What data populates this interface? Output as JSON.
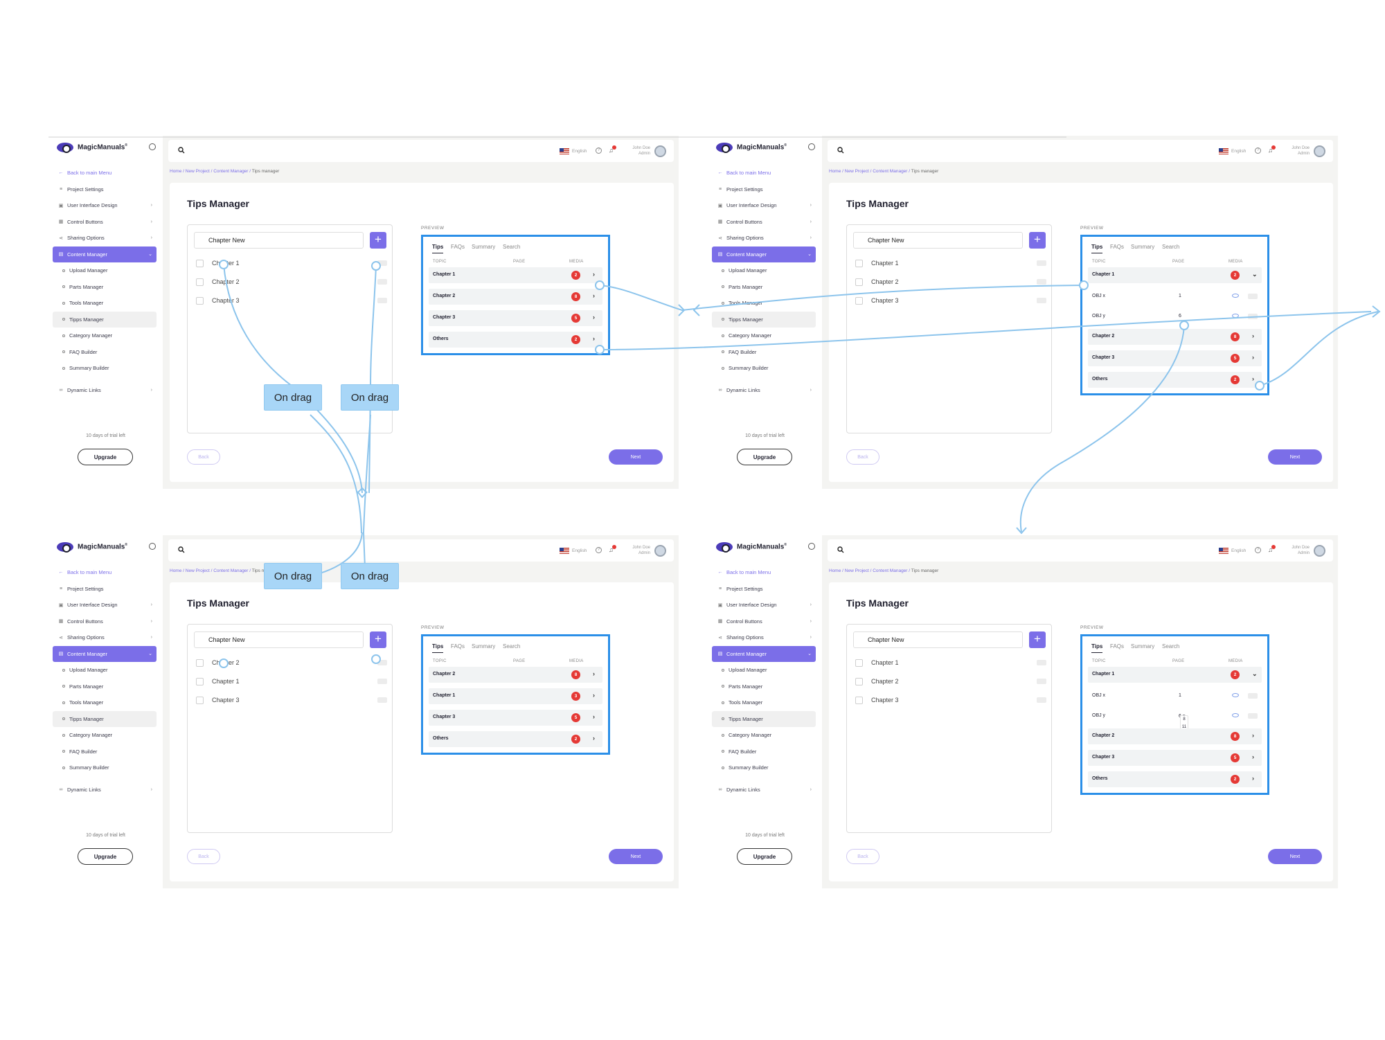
{
  "app": {
    "brand": "MagicManuals",
    "brand_mark": "®",
    "search_placeholder": "",
    "language": "English",
    "user_name": "John Doe",
    "user_role": "Admin"
  },
  "menu": {
    "back": "Back to main Menu",
    "items": [
      {
        "label": "Project Settings",
        "icon": "sliders-icon",
        "chev": ""
      },
      {
        "label": "User Interface Design",
        "icon": "layout-icon",
        "chev": "›"
      },
      {
        "label": "Control Buttons",
        "icon": "grid-icon",
        "chev": "›"
      },
      {
        "label": "Sharing Options",
        "icon": "share-icon",
        "chev": "›"
      }
    ],
    "content_manager": "Content Manager",
    "sub_items": [
      "Upload Manager",
      "Parts Manager",
      "Tools Manager",
      "Tipps Manager",
      "Category Manager",
      "FAQ Builder",
      "Summary Builder"
    ],
    "dynamic_links": "Dynamic Links",
    "trial": "10 days of trial left",
    "upgrade": "Upgrade"
  },
  "breadcrumb": {
    "parts": [
      "Home",
      "New Project",
      "Content Manager"
    ],
    "current": "Tips manager",
    "separator": " / "
  },
  "page": {
    "title": "Tips Manager",
    "input_value": "Chapter New",
    "add": "+",
    "back": "Back",
    "next": "Next",
    "preview_label": "PREVIEW",
    "tabs": [
      "Tips",
      "FAQs",
      "Summary",
      "Search"
    ],
    "cols": [
      "TOPIC",
      "PAGE",
      "MEDIA"
    ]
  },
  "screens": [
    {
      "chapters": [
        "Chapter 1",
        "Chapter 2",
        "Chapter 3"
      ],
      "rows": [
        {
          "label": "Chapter 1",
          "badge": "2",
          "arrow": "›"
        },
        {
          "label": "Chapter 2",
          "badge": "8",
          "arrow": "›"
        },
        {
          "label": "Chapter 3",
          "badge": "5",
          "arrow": "›"
        },
        {
          "label": "Others",
          "badge": "2",
          "arrow": "›"
        }
      ]
    },
    {
      "chapters": [
        "Chapter 1",
        "Chapter 2",
        "Chapter 3"
      ],
      "rows": [
        {
          "label": "Chapter 1",
          "badge": "2",
          "arrow": "⌄"
        },
        {
          "label": "OBJ x",
          "page": "1",
          "obj": true
        },
        {
          "label": "OBJ y",
          "page": "6",
          "obj": true
        },
        {
          "label": "Chapter 2",
          "badge": "8",
          "arrow": "›"
        },
        {
          "label": "Chapter 3",
          "badge": "5",
          "arrow": "›"
        },
        {
          "label": "Others",
          "badge": "2",
          "arrow": "›"
        }
      ]
    },
    {
      "chapters": [
        "Chapter 2",
        "Chapter 1",
        "Chapter 3"
      ],
      "rows": [
        {
          "label": "Chapter 2",
          "badge": "8",
          "arrow": "›"
        },
        {
          "label": "Chapter 1",
          "badge": "3",
          "arrow": "›"
        },
        {
          "label": "Chapter 3",
          "badge": "5",
          "arrow": "›"
        },
        {
          "label": "Others",
          "badge": "2",
          "arrow": "›"
        }
      ]
    },
    {
      "chapters": [
        "Chapter 1",
        "Chapter 2",
        "Chapter 3"
      ],
      "rows": [
        {
          "label": "Chapter 1",
          "badge": "2",
          "arrow": "⌄"
        },
        {
          "label": "OBJ x",
          "page": "1",
          "obj": true
        },
        {
          "label": "OBJ y",
          "page": "6 ▾",
          "obj": true,
          "dropdown": [
            "8",
            "11"
          ]
        },
        {
          "label": "Chapter 2",
          "badge": "8",
          "arrow": "›"
        },
        {
          "label": "Chapter 3",
          "badge": "5",
          "arrow": "›"
        },
        {
          "label": "Others",
          "badge": "2",
          "arrow": "›"
        }
      ]
    }
  ],
  "annotations": {
    "on_drag": "On drag",
    "color": "#a8d6f7",
    "line_color": "#8cc4ec",
    "frame_color": "#2b8fe8"
  }
}
